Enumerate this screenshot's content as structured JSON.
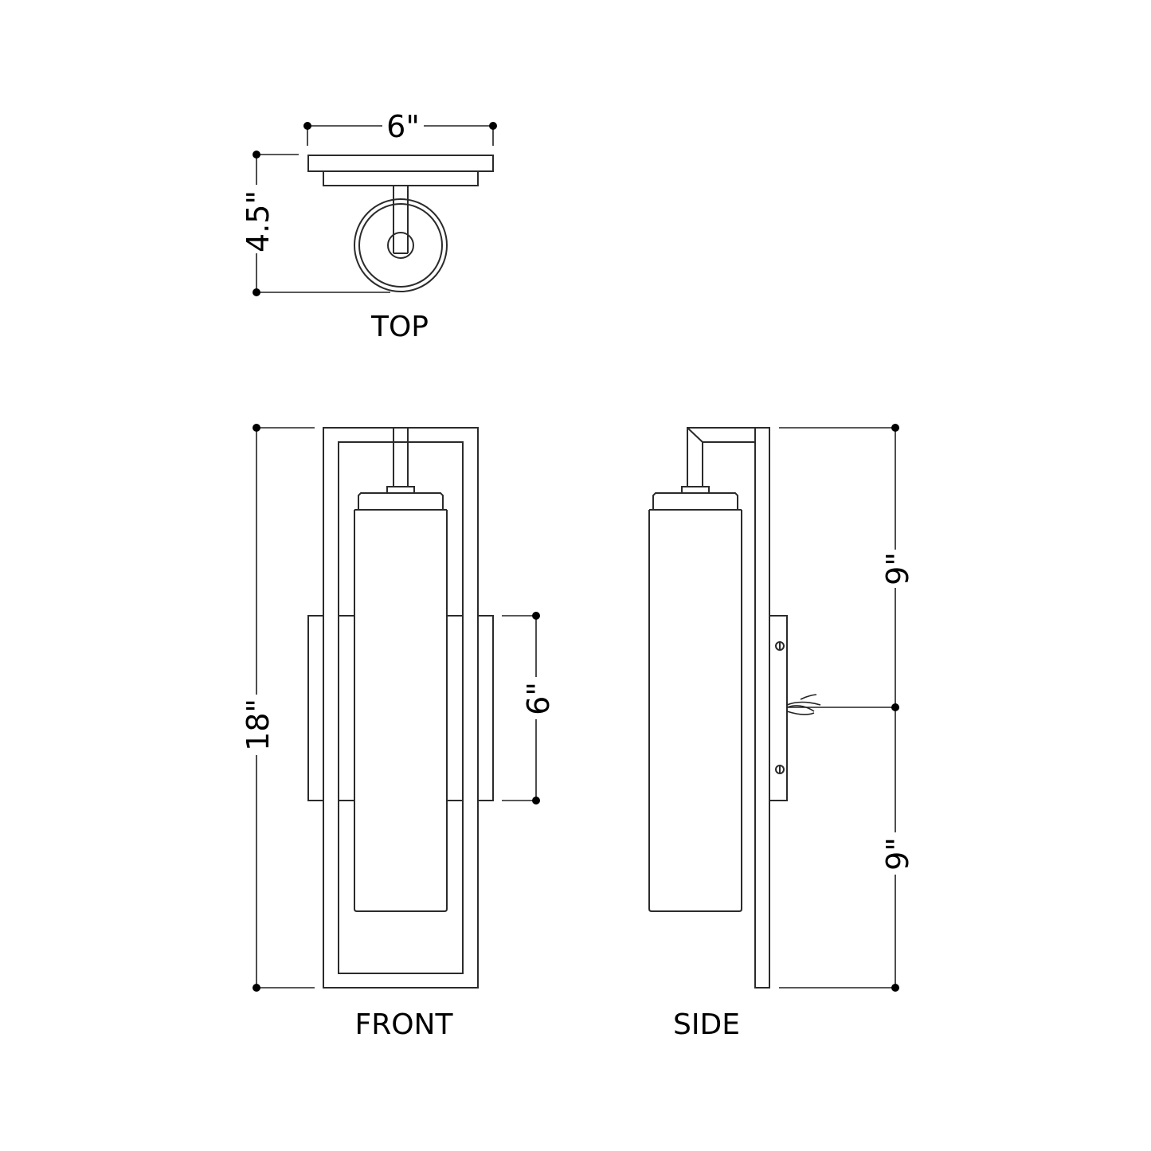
{
  "drawing": {
    "type": "dimensioned product drawing (wall sconce)",
    "views": {
      "top": {
        "label": "TOP",
        "dimensions": {
          "width": "6\"",
          "depth": "4.5\""
        }
      },
      "front": {
        "label": "FRONT",
        "dimensions": {
          "height": "18\"",
          "backplate_height": "6\""
        }
      },
      "side": {
        "label": "SIDE",
        "dimensions": {
          "upper_half": "9\"",
          "lower_half": "9\""
        }
      }
    },
    "colors": {
      "line": "#2b2b2b",
      "background": "#ffffff",
      "dot": "#000000"
    }
  }
}
